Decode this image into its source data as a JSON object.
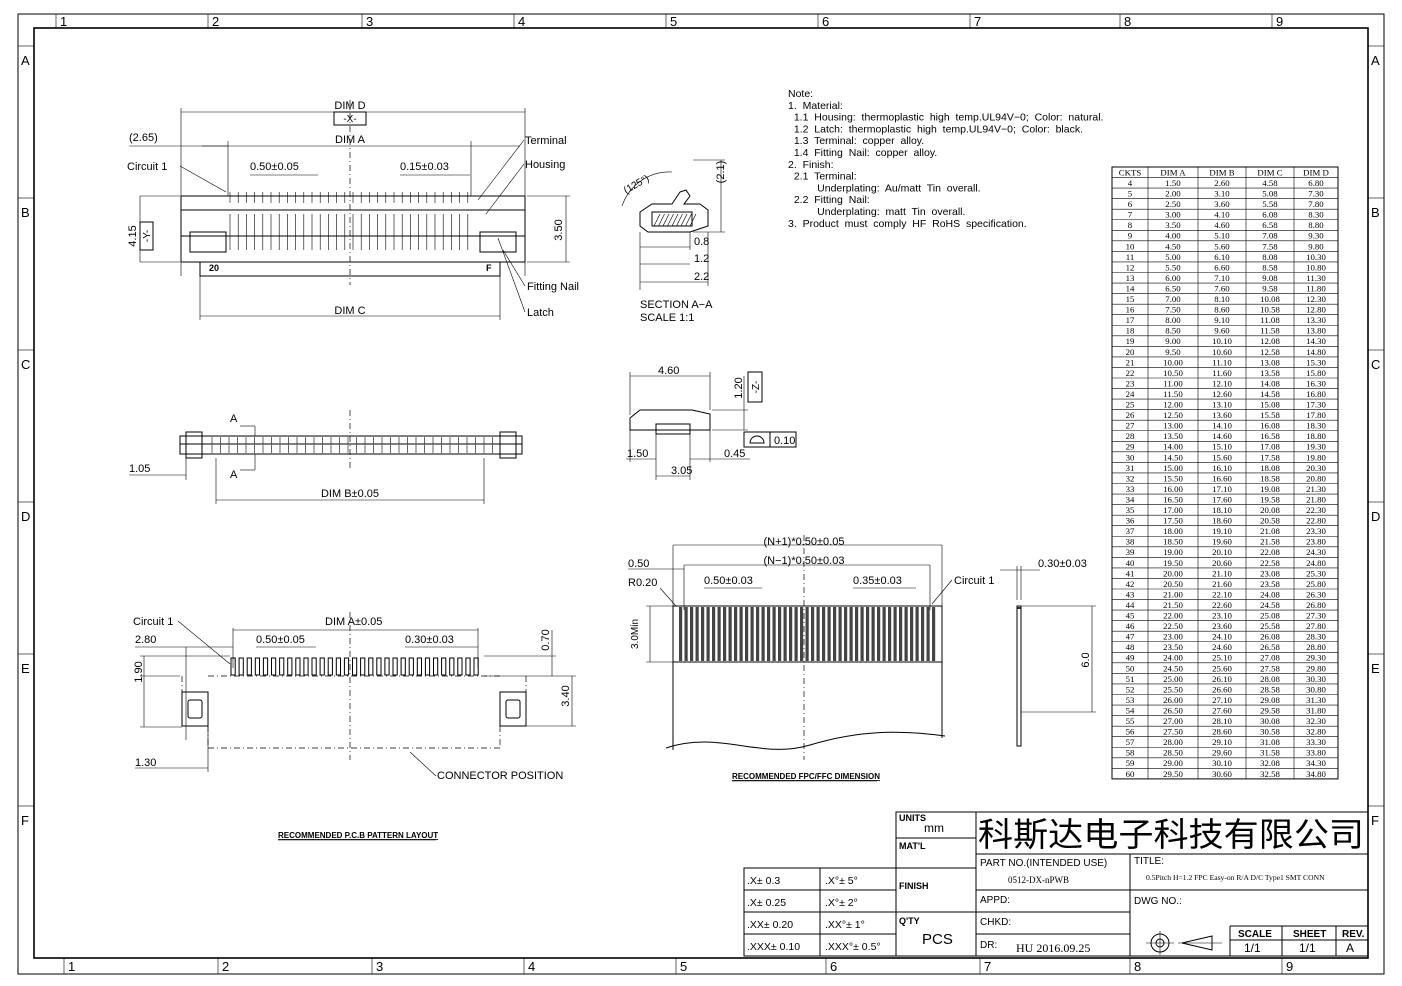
{
  "border": {
    "columns": [
      "1",
      "2",
      "3",
      "4",
      "5",
      "6",
      "7",
      "8",
      "9"
    ],
    "rows": [
      "A",
      "B",
      "C",
      "D",
      "E",
      "F"
    ]
  },
  "notes": [
    "Note:",
    "1.  Material:",
    "  1.1  Housing:  thermoplastic  high  temp.UL94V−0;  Color:  natural.",
    "  1.2  Latch:  thermoplastic  high  temp.UL94V−0;  Color:  black.",
    "  1.3  Terminal:  copper  alloy.",
    "  1.4  Fitting  Nail:  copper  alloy.",
    "2.  Finish:",
    "  2.1  Terminal:",
    "          Underplating:  Au/matt  Tin  overall.",
    "  2.2  Fitting  Nail:",
    "          Underplating:  matt  Tin  overall.",
    "3.  Product  must  comply  HF  RoHS  specification."
  ],
  "top_view": {
    "dim_d": "DIM D",
    "datum_x": "-X-",
    "dim_a": "DIM A",
    "offset": "(2.65)",
    "circuit1": "Circuit 1",
    "pitch": "0.50±0.05",
    "width": "0.15±0.03",
    "terminal": "Terminal",
    "housing": "Housing",
    "h415": "4.15",
    "datum_y": "-Y-",
    "h350": "3.50",
    "mark20": "20",
    "markF": "F",
    "fitting_nail": "Fitting Nail",
    "dim_c": "DIM C",
    "latch": "Latch"
  },
  "section": {
    "angle": "(125°)",
    "h21": "(2.1)",
    "d08": "0.8",
    "d12": "1.2",
    "d22": "2.2",
    "title": "SECTION A−A",
    "scale": "SCALE     1:1"
  },
  "side_view": {
    "d460": "4.60",
    "d120": "1.20",
    "datum_z": "-Z-",
    "flat": "0.10",
    "d150": "1.50",
    "d045": "0.45",
    "d305": "3.05"
  },
  "front_view": {
    "a_top": "A",
    "a_bot": "A",
    "d105": "1.05",
    "dim_b": "DIM B±0.05"
  },
  "pcb": {
    "circuit1": "Circuit 1",
    "dim_a": "DIM A±0.05",
    "d280": "2.80",
    "pitch": "0.50±0.05",
    "width": "0.30±0.03",
    "d070": "0.70",
    "d190": "1.90",
    "d340": "3.40",
    "d130": "1.30",
    "connector_pos": "CONNECTOR POSITION",
    "title": "RECOMMENDED P.C.B PATTERN LAYOUT"
  },
  "fpc": {
    "np1": "(N+1)*0.50±0.05",
    "nm1": "(N−1)*0.50±0.03",
    "d050": "0.50",
    "r020": "R0.20",
    "pitch": "0.50±0.03",
    "width": "0.35±0.03",
    "circuit1": "Circuit 1",
    "min30": "3.0Min",
    "thick": "0.30±0.03",
    "d60": "6.0",
    "title": "RECOMMENDED FPC/FFC DIMENSION"
  },
  "table": {
    "headers": [
      "CKTS",
      "DIM A",
      "DIM B",
      "DIM C",
      "DIM D"
    ],
    "rows": [
      [
        "4",
        "1.50",
        "2.60",
        "4.58",
        "6.80"
      ],
      [
        "5",
        "2.00",
        "3.10",
        "5.08",
        "7.30"
      ],
      [
        "6",
        "2.50",
        "3.60",
        "5.58",
        "7.80"
      ],
      [
        "7",
        "3.00",
        "4.10",
        "6.08",
        "8.30"
      ],
      [
        "8",
        "3.50",
        "4.60",
        "6.58",
        "8.80"
      ],
      [
        "9",
        "4.00",
        "5.10",
        "7.08",
        "9.30"
      ],
      [
        "10",
        "4.50",
        "5.60",
        "7.58",
        "9.80"
      ],
      [
        "11",
        "5.00",
        "6.10",
        "8.08",
        "10.30"
      ],
      [
        "12",
        "5.50",
        "6.60",
        "8.58",
        "10.80"
      ],
      [
        "13",
        "6.00",
        "7.10",
        "9.08",
        "11.30"
      ],
      [
        "14",
        "6.50",
        "7.60",
        "9.58",
        "11.80"
      ],
      [
        "15",
        "7.00",
        "8.10",
        "10.08",
        "12.30"
      ],
      [
        "16",
        "7.50",
        "8.60",
        "10.58",
        "12.80"
      ],
      [
        "17",
        "8.00",
        "9.10",
        "11.08",
        "13.30"
      ],
      [
        "18",
        "8.50",
        "9.60",
        "11.58",
        "13.80"
      ],
      [
        "19",
        "9.00",
        "10.10",
        "12.08",
        "14.30"
      ],
      [
        "20",
        "9.50",
        "10.60",
        "12.58",
        "14.80"
      ],
      [
        "21",
        "10.00",
        "11.10",
        "13.08",
        "15.30"
      ],
      [
        "22",
        "10.50",
        "11.60",
        "13.58",
        "15.80"
      ],
      [
        "23",
        "11.00",
        "12.10",
        "14.08",
        "16.30"
      ],
      [
        "24",
        "11.50",
        "12.60",
        "14.58",
        "16.80"
      ],
      [
        "25",
        "12.00",
        "13.10",
        "15.08",
        "17.30"
      ],
      [
        "26",
        "12.50",
        "13.60",
        "15.58",
        "17.80"
      ],
      [
        "27",
        "13.00",
        "14.10",
        "16.08",
        "18.30"
      ],
      [
        "28",
        "13.50",
        "14.60",
        "16.58",
        "18.80"
      ],
      [
        "29",
        "14.00",
        "15.10",
        "17.08",
        "19.30"
      ],
      [
        "30",
        "14.50",
        "15.60",
        "17.58",
        "19.80"
      ],
      [
        "31",
        "15.00",
        "16.10",
        "18.08",
        "20.30"
      ],
      [
        "32",
        "15.50",
        "16.60",
        "18.58",
        "20.80"
      ],
      [
        "33",
        "16.00",
        "17.10",
        "19.08",
        "21.30"
      ],
      [
        "34",
        "16.50",
        "17.60",
        "19.58",
        "21.80"
      ],
      [
        "35",
        "17.00",
        "18.10",
        "20.08",
        "22.30"
      ],
      [
        "36",
        "17.50",
        "18.60",
        "20.58",
        "22.80"
      ],
      [
        "37",
        "18.00",
        "19.10",
        "21.08",
        "23.30"
      ],
      [
        "38",
        "18.50",
        "19.60",
        "21.58",
        "23.80"
      ],
      [
        "39",
        "19.00",
        "20.10",
        "22.08",
        "24.30"
      ],
      [
        "40",
        "19.50",
        "20.60",
        "22.58",
        "24.80"
      ],
      [
        "41",
        "20.00",
        "21.10",
        "23.08",
        "25.30"
      ],
      [
        "42",
        "20.50",
        "21.60",
        "23.58",
        "25.80"
      ],
      [
        "43",
        "21.00",
        "22.10",
        "24.08",
        "26.30"
      ],
      [
        "44",
        "21.50",
        "22.60",
        "24.58",
        "26.80"
      ],
      [
        "45",
        "22.00",
        "23.10",
        "25.08",
        "27.30"
      ],
      [
        "46",
        "22.50",
        "23.60",
        "25.58",
        "27.80"
      ],
      [
        "47",
        "23.00",
        "24.10",
        "26.08",
        "28.30"
      ],
      [
        "48",
        "23.50",
        "24.60",
        "26.58",
        "28.80"
      ],
      [
        "49",
        "24.00",
        "25.10",
        "27.08",
        "29.30"
      ],
      [
        "50",
        "24.50",
        "25.60",
        "27.58",
        "29.80"
      ],
      [
        "51",
        "25.00",
        "26.10",
        "28.08",
        "30.30"
      ],
      [
        "52",
        "25.50",
        "26.60",
        "28.58",
        "30.80"
      ],
      [
        "53",
        "26.00",
        "27.10",
        "29.08",
        "31.30"
      ],
      [
        "54",
        "26.50",
        "27.60",
        "29.58",
        "31.80"
      ],
      [
        "55",
        "27.00",
        "28.10",
        "30.08",
        "32.30"
      ],
      [
        "56",
        "27.50",
        "28.60",
        "30.58",
        "32.80"
      ],
      [
        "57",
        "28.00",
        "29.10",
        "31.08",
        "33.30"
      ],
      [
        "58",
        "28.50",
        "29.60",
        "31.58",
        "33.80"
      ],
      [
        "59",
        "29.00",
        "30.10",
        "32.08",
        "34.30"
      ],
      [
        "60",
        "29.50",
        "30.60",
        "32.58",
        "34.80"
      ]
    ]
  },
  "title_block": {
    "tol_left": [
      ".X± 0.3",
      ".X± 0.25",
      ".XX± 0.20",
      ".XXX± 0.10"
    ],
    "tol_right": [
      ".X°± 5°",
      ".X°± 2°",
      ".XX°± 1°",
      ".XXX°± 0.5°"
    ],
    "units_label": "UNITS",
    "units": "mm",
    "matl": "MAT'L",
    "finish": "FINISH",
    "qty_label": "Q'TY",
    "qty": "PCS",
    "company": "科斯达电子科技有限公司",
    "part_no_label": "PART NO.(INTENDED USE)",
    "part_no": "0512-DX-nPWB",
    "title_label": "TITLE:",
    "title": "0.5Pitch H=1.2 FPC Easy-on R/A D/C Type1 SMT CONN",
    "appd": "APPD:",
    "dwg_no": "DWG NO.:",
    "chkd": "CHKD:",
    "dr": "DR:",
    "drawn": "HU  2016.09.25",
    "scale_label": "SCALE",
    "scale": "1/1",
    "sheet_label": "SHEET",
    "sheet": "1/1",
    "rev_label": "REV.",
    "rev": "A"
  }
}
